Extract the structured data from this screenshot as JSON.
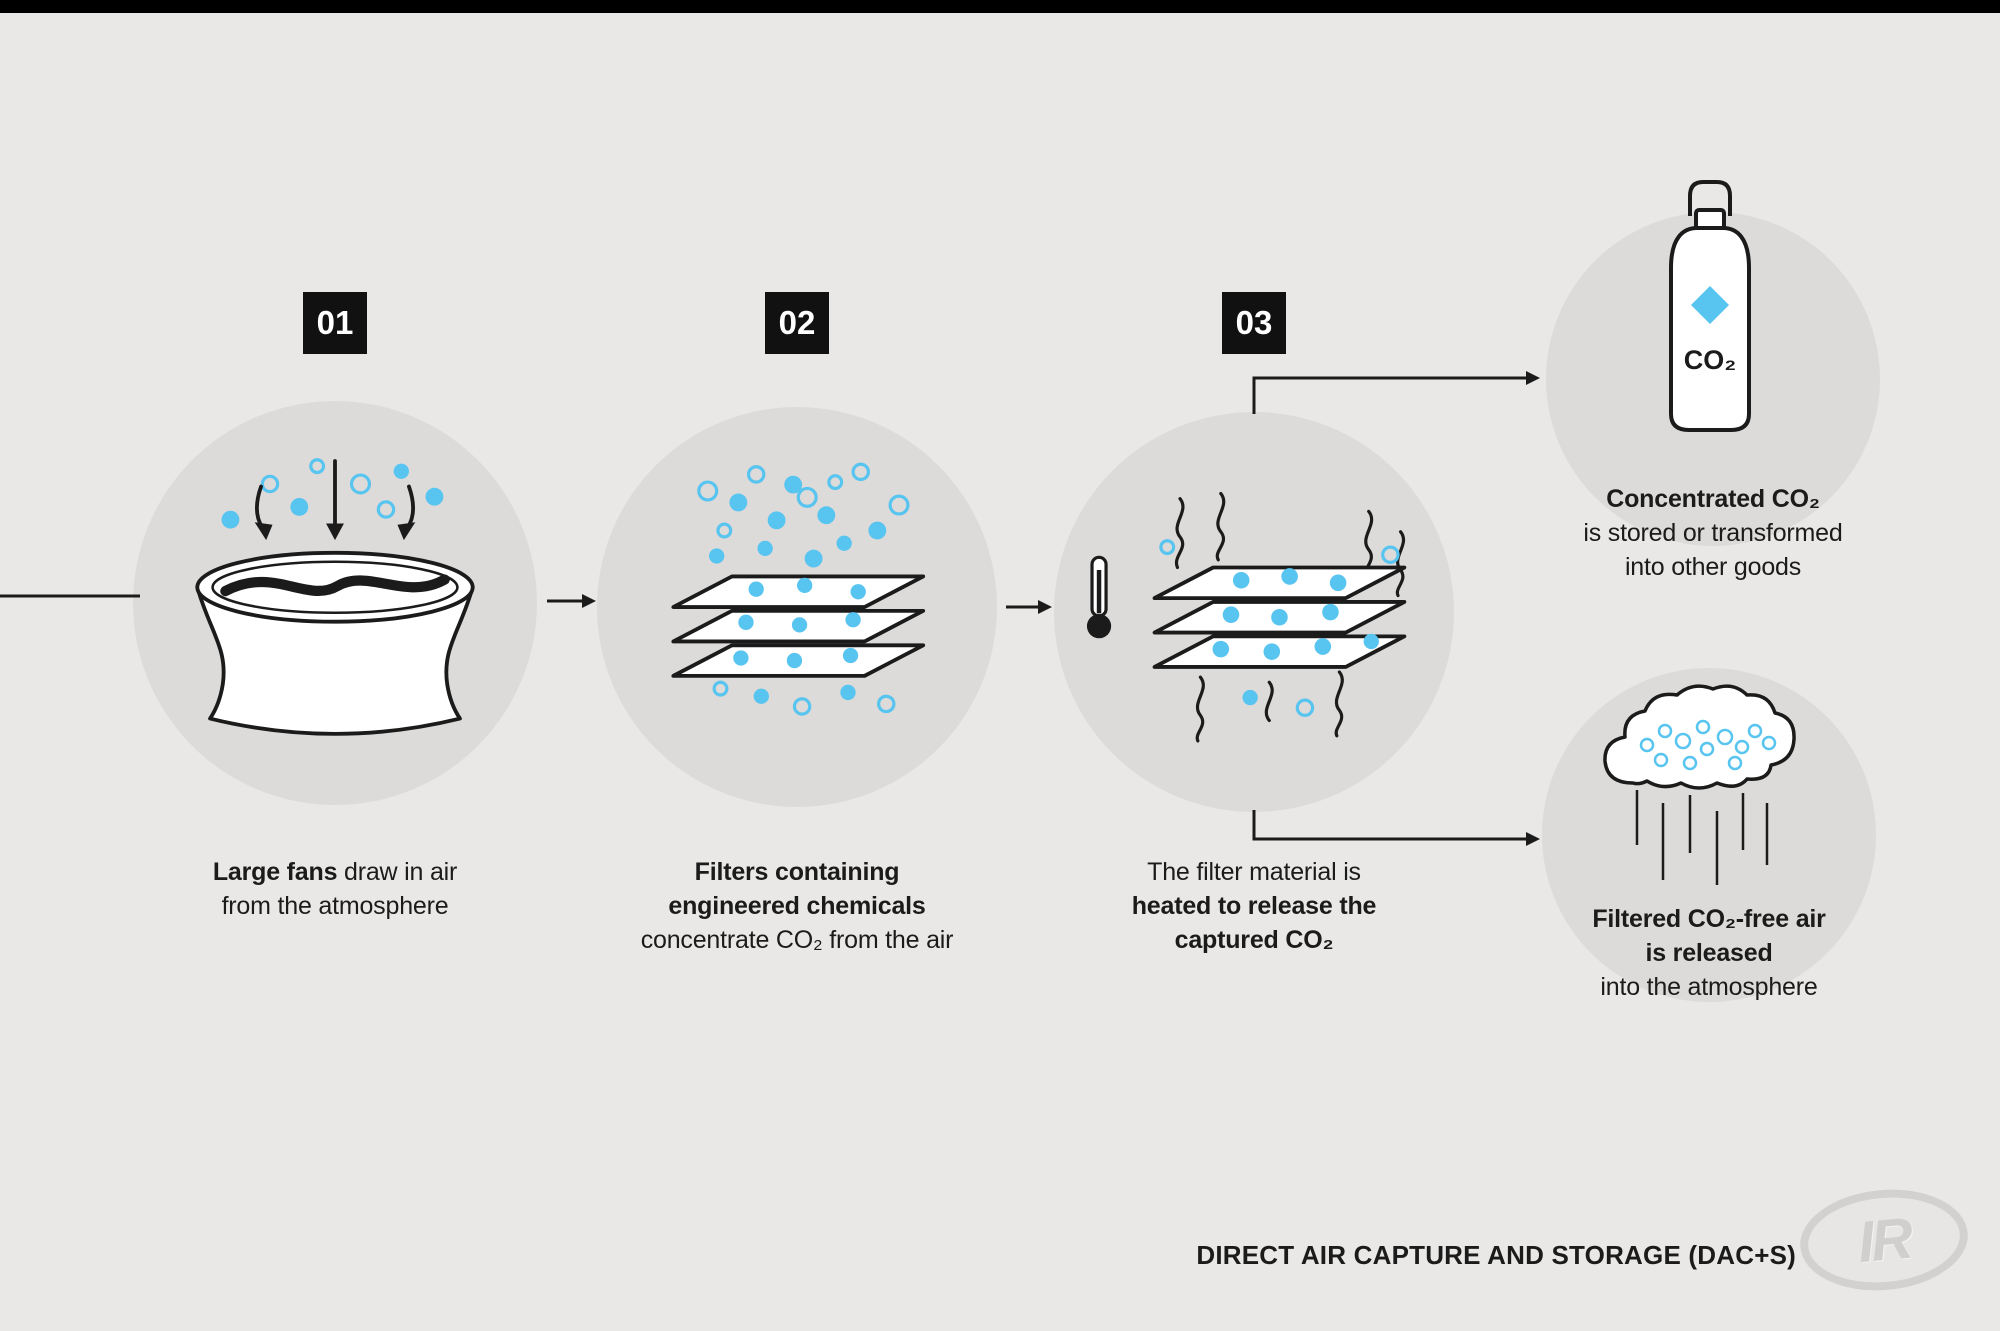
{
  "colors": {
    "background": "#e9e8e6",
    "circle_fill": "#dcdbd9",
    "badge_background": "#111111",
    "badge_text": "#ffffff",
    "accent_blue": "#58c4f0",
    "ink": "#1b1b1b"
  },
  "steps": [
    {
      "number": "01",
      "icon": "fan-icon",
      "caption": {
        "line1_bold": "Large fans",
        "line1_regular": " draw in air",
        "line2_regular": "from the atmosphere"
      }
    },
    {
      "number": "02",
      "icon": "filter-stack-icon",
      "caption": {
        "line1_bold": "Filters containing",
        "line2_bold": "engineered chemicals",
        "line3_regular": "concentrate CO₂ from the air"
      }
    },
    {
      "number": "03",
      "icon": "heated-filter-icon",
      "caption": {
        "line1_regular": "The filter material is",
        "line2_bold": "heated to release the",
        "line3_bold": "captured CO₂"
      }
    }
  ],
  "outcomes": [
    {
      "icon": "co2-cylinder-icon",
      "cylinder_label": "CO₂",
      "caption": {
        "line1_bold": "Concentrated CO₂",
        "line2_regular": "is stored or transformed",
        "line3_regular": "into other goods"
      }
    },
    {
      "icon": "cloud-icon",
      "caption": {
        "line1_bold": "Filtered CO₂-free air",
        "line2_bold": "is released",
        "line3_regular": "into the atmosphere"
      }
    }
  ],
  "footer": {
    "title": "DIRECT AIR CAPTURE AND STORAGE (DAC+S)",
    "logo_text": "IR"
  }
}
